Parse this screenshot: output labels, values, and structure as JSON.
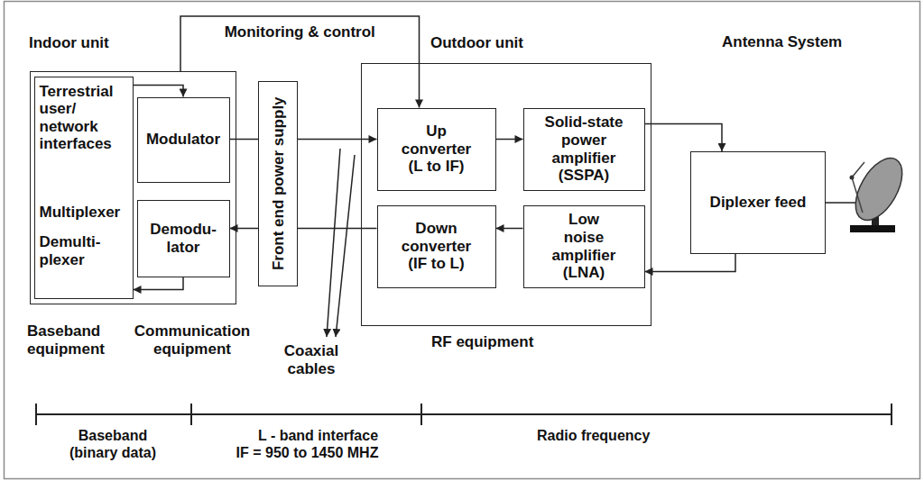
{
  "diagram": {
    "nodes": [
      {
        "text": [
          "Indoor unit"
        ]
      },
      {
        "text": [
          "Terrestrial user/ network interfaces",
          "Multiplexer",
          "Demulti- plexer"
        ],
        "in": 0
      },
      {
        "text": [
          "Modulator"
        ],
        "in": 0
      },
      {
        "text": [
          "Demodu- lator"
        ],
        "in": 0
      },
      {
        "text": [
          "Front end power supply"
        ]
      },
      {
        "text": [
          "Outdoor unit"
        ]
      },
      {
        "text": [
          "Up converter (L to IF)"
        ],
        "in": 5
      },
      {
        "text": [
          "Solid-state power amplifier (SSPA)"
        ],
        "in": 5
      },
      {
        "text": [
          "Down converter (IF to L)"
        ],
        "in": 5
      },
      {
        "text": [
          "Low noise amplifier (LNA)"
        ],
        "in": 5
      },
      {
        "text": [
          "Diplexer feed"
        ]
      }
    ],
    "edges": [
      {
        "from": 1,
        "to": 2,
        "arrow": "to"
      },
      {
        "from": 3,
        "to": 1,
        "arrow": "to"
      },
      {
        "from": 0,
        "to": 6,
        "arrow": "to",
        "label": "Monitoring & control"
      },
      {
        "from": 2,
        "to": 4,
        "arrow": "none"
      },
      {
        "from": 4,
        "to": 6,
        "arrow": "to"
      },
      {
        "from": 8,
        "to": 4,
        "arrow": "none"
      },
      {
        "from": 4,
        "to": 3,
        "arrow": "to"
      },
      {
        "from": 6,
        "to": 7,
        "arrow": "to"
      },
      {
        "from": 9,
        "to": 8,
        "arrow": "to"
      },
      {
        "from": 7,
        "to": 10,
        "arrow": "to"
      },
      {
        "from": 10,
        "to": 9,
        "arrow": "to"
      }
    ],
    "labels": [
      "Antenna System",
      "Baseband equipment",
      "Communication equipment",
      "Coaxial cables",
      "RF equipment",
      "Baseband (binary data)",
      "L - band interface IF = 950 to 1450 MHZ",
      "Radio frequency"
    ]
  }
}
